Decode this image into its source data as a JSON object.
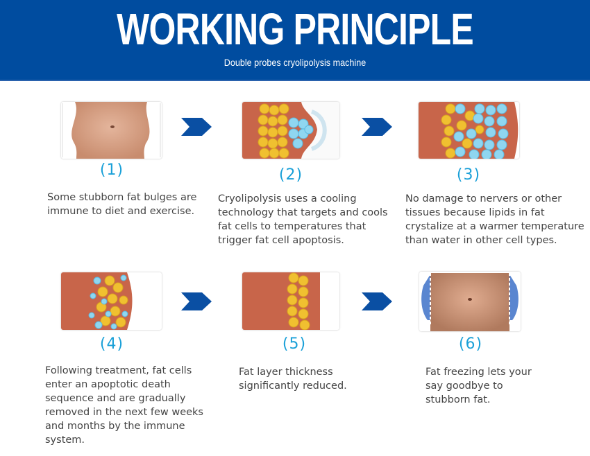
{
  "header": {
    "title": "WORKING PRINCIPLE",
    "subtitle": "Double probes cryolipolysis machine",
    "background": "#004c9f"
  },
  "steps": [
    {
      "number": "(1)",
      "image": "abdomen-with-fat-bulges",
      "text": "Some stubborn fat bulges are immune to diet and exercise."
    },
    {
      "number": "(2)",
      "image": "cooling-probe-on-fat-cells",
      "text": "Cryolipolysis uses a cooling technology that targets and cools fat cells to temperatures that trigger fat cell apoptosis."
    },
    {
      "number": "(3)",
      "image": "crystallized-fat-cells",
      "text": "No damage to nervers or other tissues because lipids in fat crystalize at a warmer temperature than water in other cell types."
    },
    {
      "number": "(4)",
      "image": "apoptotic-fat-cells",
      "text": "Following treatment, fat cells enter an apoptotic death sequence and are gradually removed in the next few weeks and months by the immune system."
    },
    {
      "number": "(5)",
      "image": "reduced-fat-layer",
      "text": "Fat layer thickness significantly reduced."
    },
    {
      "number": "(6)",
      "image": "slimmer-abdomen",
      "text": "Fat freezing lets your say goodbye to stubborn fat."
    }
  ],
  "colors": {
    "accent": "#1aa0d8",
    "arrow": "#0a4fa3",
    "tissue": "#c8654a",
    "fat": "#f0c030",
    "ice": "#7fd0ee",
    "skin": "#d9a58a"
  }
}
